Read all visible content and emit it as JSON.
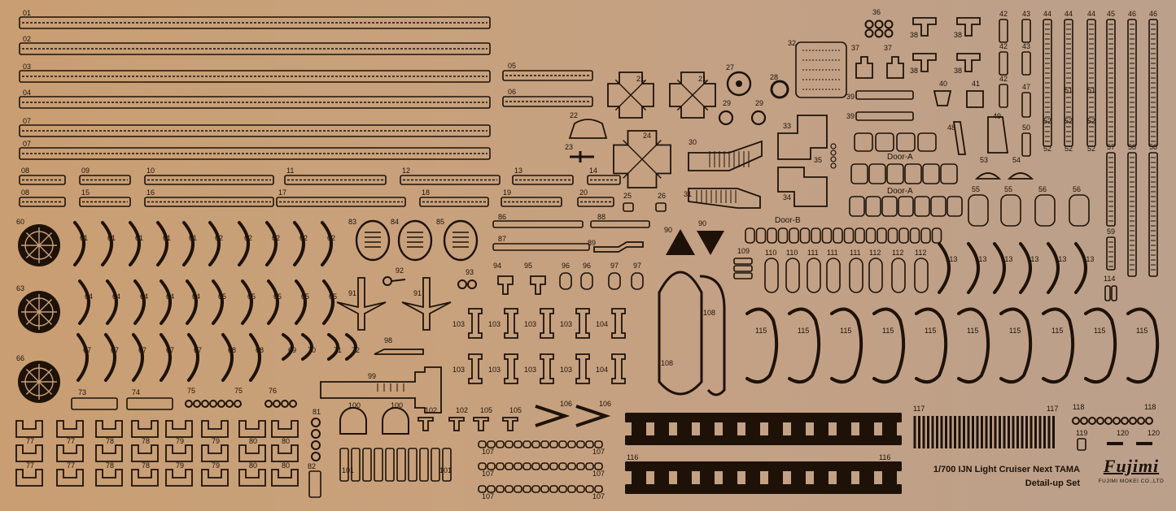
{
  "sheet": {
    "title": "1/700 IJN Light Cruiser Next TAMA",
    "subtitle": "Detail-up Set",
    "logo": "Fujimi",
    "company": "FUJIMI MOKEI CO.,LTD"
  },
  "colors": {
    "brass": "#c8a07a",
    "etch": "#1e1208"
  },
  "labels": {
    "door_a": "Door-A",
    "door_b": "Door-B"
  },
  "part_numbers": [
    "01",
    "02",
    "03",
    "04",
    "05",
    "06",
    "07",
    "08",
    "09",
    "10",
    "11",
    "12",
    "13",
    "14",
    "15",
    "16",
    "17",
    "18",
    "19",
    "20",
    "21",
    "22",
    "23",
    "24",
    "25",
    "26",
    "27",
    "28",
    "29",
    "30",
    "31",
    "32",
    "33",
    "34",
    "35",
    "36",
    "37",
    "38",
    "39",
    "40",
    "41",
    "42",
    "43",
    "44",
    "45",
    "46",
    "47",
    "48",
    "49",
    "50",
    "51",
    "52",
    "53",
    "54",
    "55",
    "56",
    "57",
    "58",
    "59",
    "60",
    "61",
    "62",
    "63",
    "64",
    "65",
    "66",
    "67",
    "68",
    "69",
    "70",
    "71",
    "72",
    "73",
    "74",
    "75",
    "76",
    "77",
    "78",
    "79",
    "80",
    "81",
    "82",
    "83",
    "84",
    "85",
    "86",
    "87",
    "88",
    "89",
    "90",
    "91",
    "92",
    "93",
    "94",
    "95",
    "96",
    "97",
    "98",
    "99",
    "100",
    "101",
    "102",
    "103",
    "104",
    "105",
    "106",
    "107",
    "108",
    "109",
    "110",
    "111",
    "112",
    "113",
    "114",
    "115",
    "116",
    "117",
    "118",
    "119",
    "120"
  ]
}
